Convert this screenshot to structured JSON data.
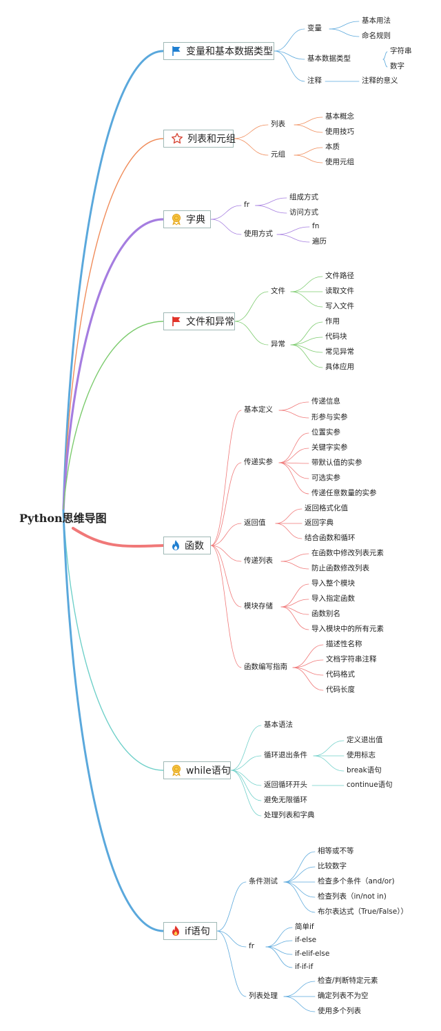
{
  "root": "Python思维导图",
  "branches": [
    {
      "id": "b1",
      "label": "变量和基本数据类型",
      "icon": "blue-flag-icon",
      "color": "#5aa8dc"
    },
    {
      "id": "b2",
      "label": "列表和元组",
      "icon": "star-icon",
      "color": "#f08c5a"
    },
    {
      "id": "b3",
      "label": "字典",
      "icon": "award-icon",
      "color": "#a57de0"
    },
    {
      "id": "b4",
      "label": "文件和异常",
      "icon": "red-flag-icon",
      "color": "#7ccb6e"
    },
    {
      "id": "b5",
      "label": "函数",
      "icon": "blue-flame-icon",
      "color": "#f07878"
    },
    {
      "id": "b6",
      "label": "while语句",
      "icon": "award-icon",
      "color": "#6fd0c9"
    },
    {
      "id": "b7",
      "label": "if语句",
      "icon": "red-flame-icon",
      "color": "#5aa8dc"
    }
  ],
  "nodes": {
    "b1": {
      "l1": [
        "变量",
        "基本数据类型",
        "注释"
      ],
      "l2": [
        [
          "基本用法",
          "命名规则"
        ],
        [
          "字符串",
          "数字"
        ],
        [
          "注释的意义"
        ]
      ]
    },
    "b2": {
      "l1": [
        "列表",
        "元组"
      ],
      "l2": [
        [
          "基本概念",
          "使用技巧"
        ],
        [
          "本质",
          "使用元组"
        ]
      ]
    },
    "b3": {
      "l1": [
        "fr",
        "使用方式"
      ],
      "l2": [
        [
          "组成方式",
          "访问方式"
        ],
        [
          "fn",
          "遍历"
        ]
      ]
    },
    "b4": {
      "l1": [
        "文件",
        "异常"
      ],
      "l2": [
        [
          "文件路径",
          "读取文件",
          "写入文件"
        ],
        [
          "作用",
          "代码块",
          "常见异常",
          "具体应用"
        ]
      ]
    },
    "b5": {
      "l1": [
        "基本定义",
        "传递实参",
        "返回值",
        "传递列表",
        "模块存储",
        "函数编写指南"
      ],
      "l2": [
        [
          "传递信息",
          "形参与实参"
        ],
        [
          "位置实参",
          "关键字实参",
          "带默认值的实参",
          "可选实参",
          "传递任意数量的实参"
        ],
        [
          "返回格式化值",
          "返回字典",
          "结合函数和循环"
        ],
        [
          "在函数中修改列表元素",
          "防止函数修改列表"
        ],
        [
          "导入整个模块",
          "导入指定函数",
          "函数别名",
          "导入模块中的所有元素"
        ],
        [
          "描述性名称",
          "文档字符串注释",
          "代码格式",
          "代码长度"
        ]
      ]
    },
    "b6": {
      "l1": [
        "基本语法",
        "循环退出条件",
        "返回循环开头",
        "避免无限循环",
        "处理列表和字典"
      ],
      "l2": [
        [],
        [
          "定义退出值",
          "使用标志",
          "break语句"
        ],
        [
          "continue语句"
        ],
        [],
        []
      ]
    },
    "b7": {
      "l1": [
        "条件测试",
        "fr",
        "列表处理"
      ],
      "l2": [
        [
          "相等或不等",
          "比较数字",
          "检查多个条件（and/or)",
          "检查列表（in/not in)",
          "布尔表达式（True/False））"
        ],
        [
          "简单if",
          "if-else",
          "if-elif-else",
          "if-if-if"
        ],
        [
          "检查/判断特定元素",
          "确定列表不为空",
          "使用多个列表"
        ]
      ]
    }
  }
}
